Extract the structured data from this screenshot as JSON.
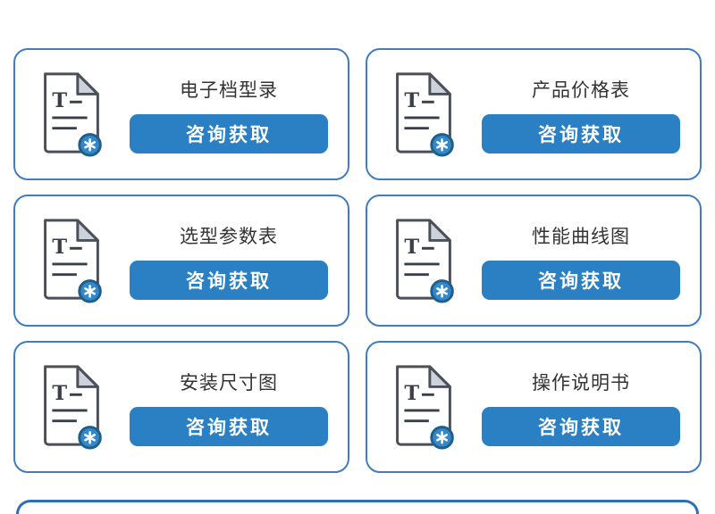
{
  "cards": [
    {
      "title": "电子档型录",
      "button": "咨询获取"
    },
    {
      "title": "产品价格表",
      "button": "咨询获取"
    },
    {
      "title": "选型参数表",
      "button": "咨询获取"
    },
    {
      "title": "性能曲线图",
      "button": "咨询获取"
    },
    {
      "title": "安装尺寸图",
      "button": "咨询获取"
    },
    {
      "title": "操作说明书",
      "button": "咨询获取"
    }
  ],
  "colors": {
    "card_border": "#3f7cc0",
    "button_bg": "#2b7fc3",
    "badge_fill": "#3488c9",
    "badge_ring": "#1f5e88",
    "fold_fill": "#cdd2da",
    "ink": "#3a3f4a"
  },
  "icons": {
    "document": "document-file-icon",
    "badge": "gear-badge-icon"
  }
}
